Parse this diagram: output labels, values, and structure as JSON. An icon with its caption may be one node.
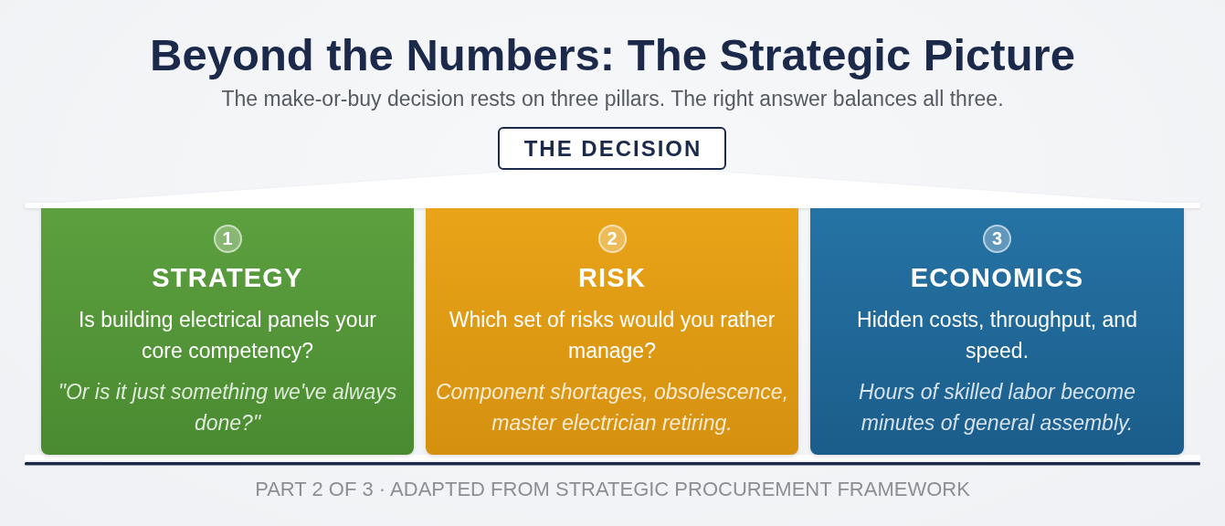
{
  "diagram": {
    "title": "Beyond the Numbers: The Strategic Picture",
    "nodes": [
      {
        "text": [
          "THE DECISION"
        ]
      },
      {
        "text": [
          "1",
          "STRATEGY",
          "Is building electrical panels your core competency?",
          "\"Or is it just something we've always done?\""
        ]
      },
      {
        "text": [
          "2",
          "RISK",
          "Which set of risks would you rather manage?",
          "Component shortages, obsolescence, master electrician retiring."
        ]
      },
      {
        "text": [
          "3",
          "ECONOMICS",
          "Hidden costs, throughput, and speed.",
          "Hours of skilled labor become minutes of general assembly."
        ]
      }
    ],
    "labels": [
      "The make-or-buy decision rests on three pillars. The right answer balances all three.",
      "PART 2 OF 3 · ADAPTED FROM STRATEGIC PROCUREMENT FRAMEWORK"
    ]
  }
}
